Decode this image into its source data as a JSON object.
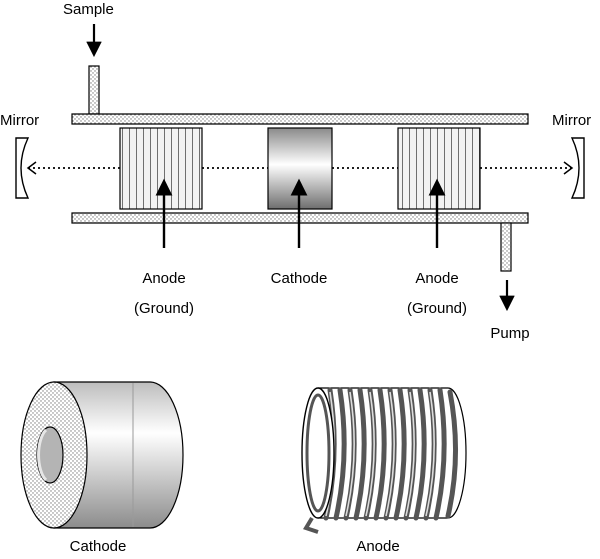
{
  "labels": {
    "sample": "Sample",
    "mirror_left": "Mirror",
    "mirror_right": "Mirror",
    "anode_left_line1": "Anode",
    "anode_left_line2": "(Ground)",
    "cathode_center": "Cathode",
    "anode_right_line1": "Anode",
    "anode_right_line2": "(Ground)",
    "pump": "Pump",
    "cathode_bottom": "Cathode",
    "anode_bottom": "Anode"
  },
  "colors": {
    "stroke": "#000000",
    "dot_fill": "#9a9a9a",
    "cathode_light": "#ffffff",
    "cathode_dark": "#6e6e6e",
    "anode_stripe": "#888888"
  }
}
